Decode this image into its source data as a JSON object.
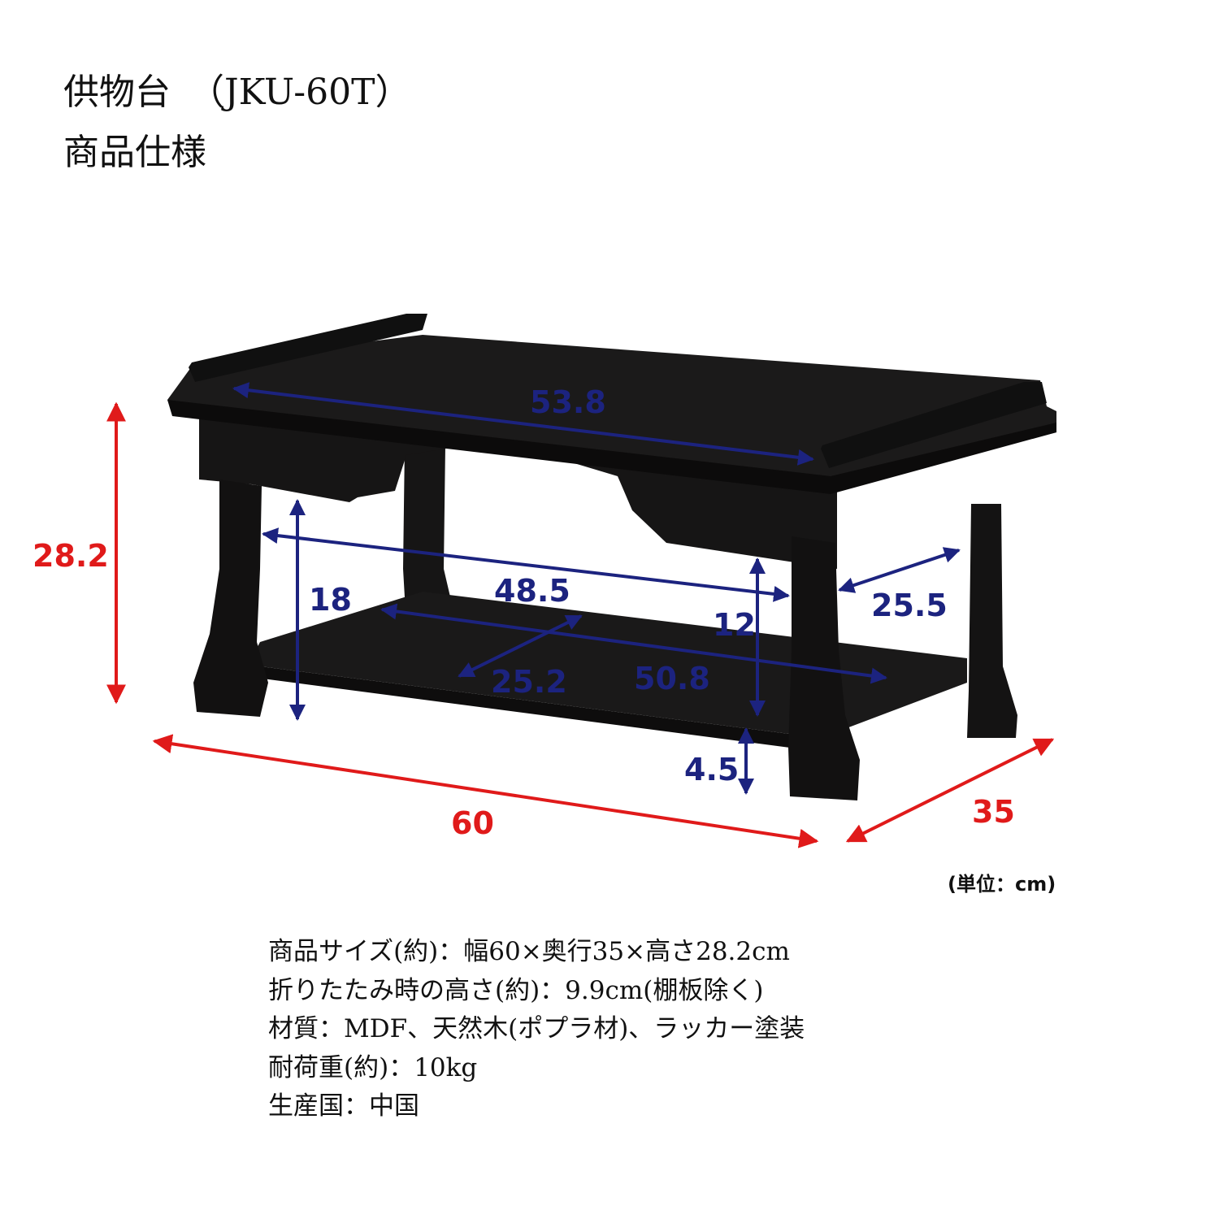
{
  "header": {
    "title": "供物台　（JKU-60T）",
    "subtitle": "商品仕様"
  },
  "dimensions": {
    "top_width": "53.8",
    "overall_height": "28.2",
    "under_frame_width": "48.5",
    "leg_clearance": "18",
    "shelf_height": "12",
    "side_depth": "25.5",
    "shelf_depth": "25.2",
    "shelf_width": "50.8",
    "shelf_floor_gap": "4.5",
    "overall_width": "60",
    "overall_depth": "35"
  },
  "unit_note": "(単位：cm)",
  "specs": [
    "商品サイズ(約)：幅60×奥行35×高さ28.2cm",
    "折りたたみ時の高さ(約)：9.9cm(棚板除く)",
    "材質：MDF、天然木(ポプラ材)、ラッカー塗装",
    "耐荷重(約)：10kg",
    "生産国：中国"
  ],
  "colors": {
    "overall_dimension": "#e01a1a",
    "detail_dimension": "#1c237f",
    "furniture": "#151414"
  }
}
